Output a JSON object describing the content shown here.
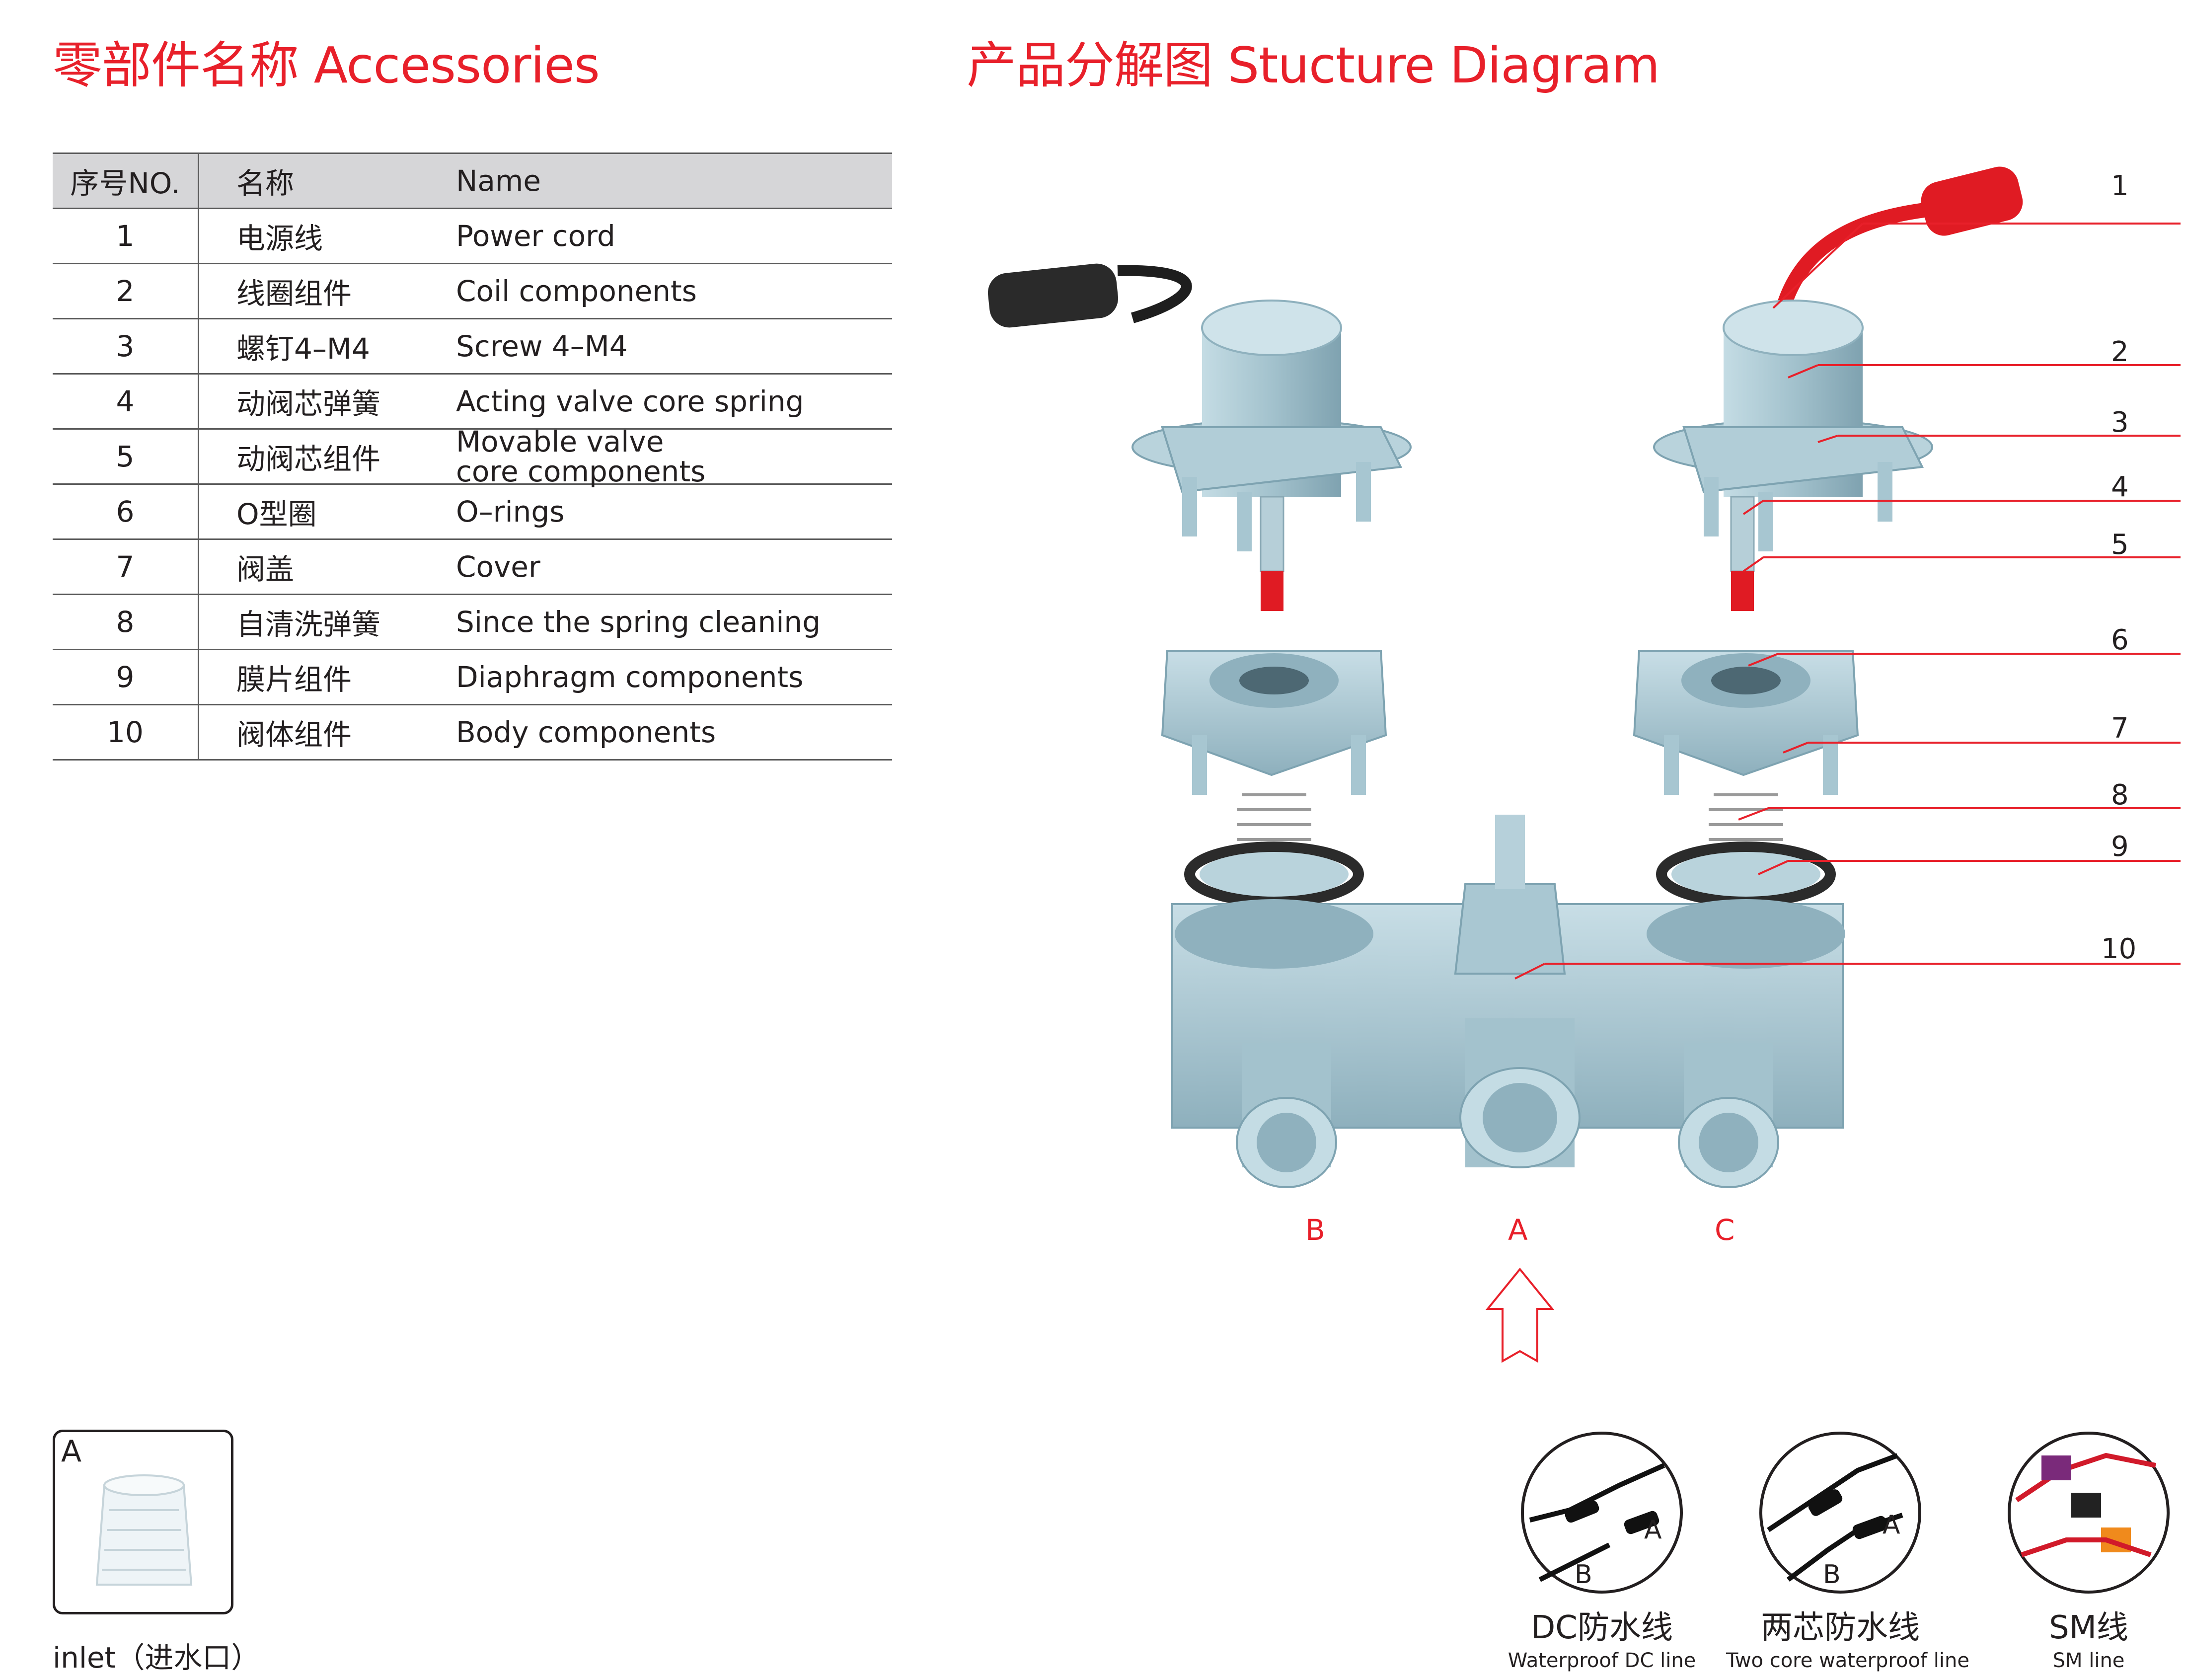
{
  "left_title": "零部件名称 Accessories",
  "right_title": "产品分解图 Stucture Diagram",
  "table": {
    "headers": {
      "no": "序号NO.",
      "cn": "名称",
      "en": "Name"
    },
    "rows": [
      {
        "no": "1",
        "cn": "电源线",
        "en": "Power cord"
      },
      {
        "no": "2",
        "cn": "线圈组件",
        "en": "Coil components"
      },
      {
        "no": "3",
        "cn": "螺钉4–M4",
        "en": "Screw 4–M4"
      },
      {
        "no": "4",
        "cn": "动阀芯弹簧",
        "en": "Acting valve core spring"
      },
      {
        "no": "5",
        "cn": "动阀芯组件",
        "en": "Movable valve core components"
      },
      {
        "no": "6",
        "cn": "O型圈",
        "en": "O–rings"
      },
      {
        "no": "7",
        "cn": "阀盖",
        "en": "Cover"
      },
      {
        "no": "8",
        "cn": "自清洗弹簧",
        "en": "Since the spring cleaning"
      },
      {
        "no": "9",
        "cn": "膜片组件",
        "en": "Diaphragm components"
      },
      {
        "no": "10",
        "cn": "阀体组件",
        "en": "Body components"
      }
    ]
  },
  "callouts": [
    "1",
    "2",
    "3",
    "4",
    "5",
    "6",
    "7",
    "8",
    "9",
    "10"
  ],
  "ports": {
    "b": "B",
    "a": "A",
    "c": "C"
  },
  "inlet": {
    "letter": "A",
    "caption": "inlet（进水口）"
  },
  "cables": [
    {
      "title": "DC防水线",
      "sub": "Waterproof DC line",
      "a": "A",
      "b": "B"
    },
    {
      "title": "两芯防水线",
      "sub": "Two core waterproof line",
      "a": "A",
      "b": "B"
    },
    {
      "title": "SM线",
      "sub": "SM line"
    }
  ],
  "colors": {
    "accent": "#e8202a",
    "part": "#a9c7d2",
    "part_dark": "#7ea3b1",
    "cord_red": "#e01b23"
  }
}
